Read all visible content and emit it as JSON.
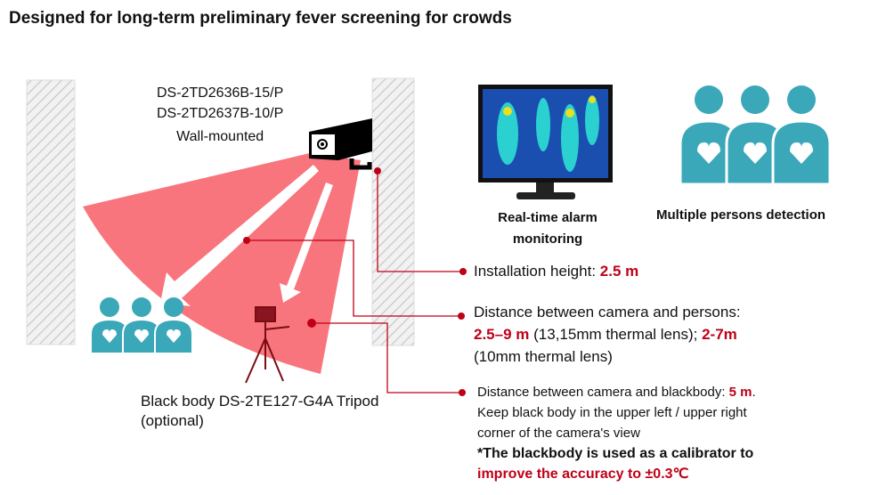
{
  "title": "Designed for long-term preliminary fever screening for crowds",
  "camera": {
    "model1": "DS-2TD2636B-15/P",
    "model2": "DS-2TD2637B-10/P",
    "mount": "Wall-mounted"
  },
  "blackbody": {
    "line1": "Black body DS-2TE127-G4A Tripod",
    "line2": "(optional)"
  },
  "features": {
    "monitor_line1": "Real-time alarm",
    "monitor_line2": "monitoring",
    "persons": "Multiple persons detection"
  },
  "specs": {
    "height_label": "Installation height:",
    "height_value": "2.5 m",
    "distance_label": "Distance between camera and persons:",
    "distance_value1": "2.5–9 m",
    "distance_note1": "(13,15mm thermal lens);",
    "distance_value2": "2-7m",
    "distance_note2": "(10mm thermal lens)",
    "bb_label": "Distance between camera and blackbody:",
    "bb_value": "5 m",
    "bb_dot": ".",
    "bb_line2": "Keep black body in the upper left / upper right",
    "bb_line3": "corner of the camera's view",
    "note_line1": "*The blackbody is used as a calibrator to",
    "note_line2": "improve the accuracy to ±0.3℃"
  },
  "colors": {
    "accent": "#c00018",
    "cone": "#f7666f",
    "person": "#3aa8b8"
  }
}
